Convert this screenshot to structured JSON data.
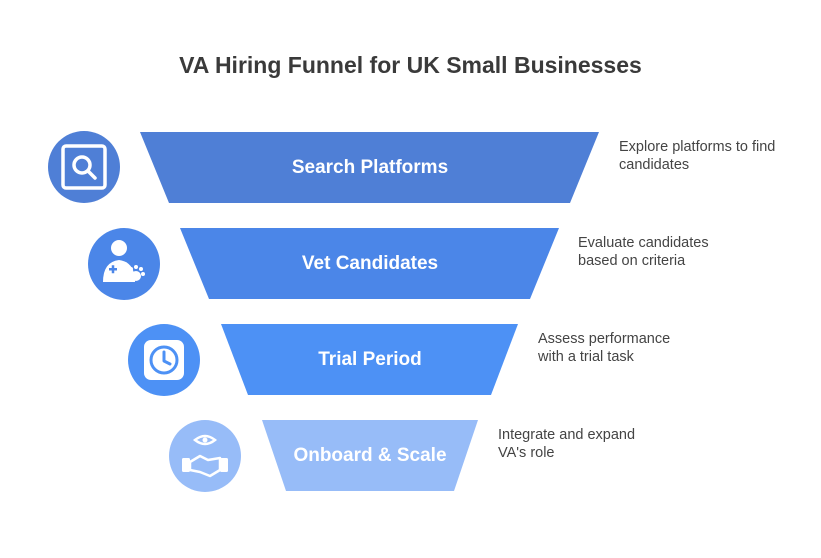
{
  "title": "VA Hiring Funnel for UK Small Businesses",
  "stages": [
    {
      "label": "Search Platforms",
      "description_line1": "Explore platforms to find",
      "description_line2": "candidates",
      "icon": "search-icon",
      "color": "#4f7fd6"
    },
    {
      "label": "Vet Candidates",
      "description_line1": "Evaluate candidates",
      "description_line2": "based on criteria",
      "icon": "doctor-with-pet-icon",
      "color": "#4b86e8"
    },
    {
      "label": "Trial Period",
      "description_line1": "Assess performance",
      "description_line2": "with a trial task",
      "icon": "clock-icon",
      "color": "#4d91f5"
    },
    {
      "label": "Onboard & Scale",
      "description_line1": "Integrate and expand",
      "description_line2": "VA's role",
      "icon": "handshake-icon",
      "color": "#97bcf8"
    }
  ]
}
